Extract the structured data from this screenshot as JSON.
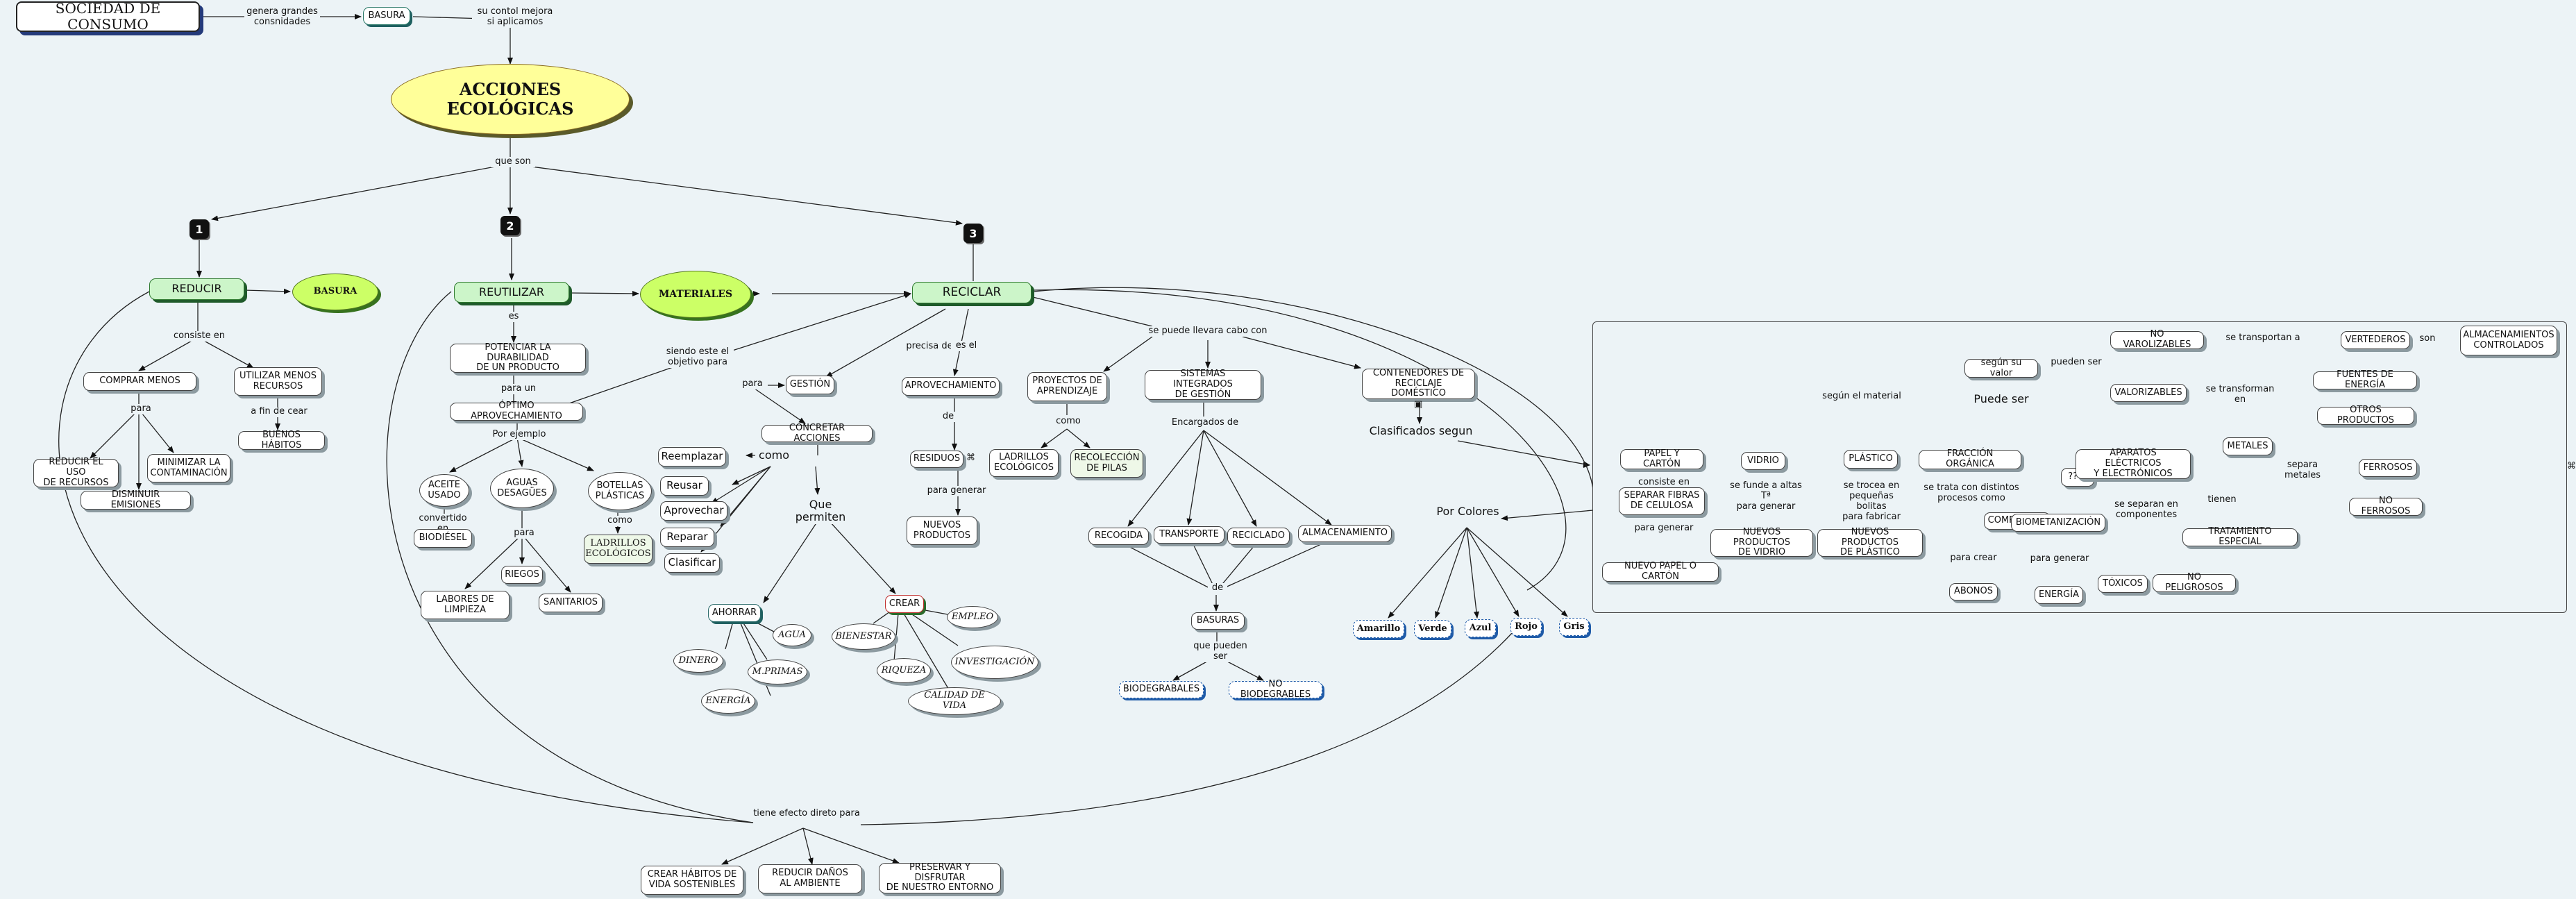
{
  "nodes": {
    "sociedad": "SOCIEDAD DE CONSUMO",
    "basura_top": "BASURA",
    "acciones": "ACCIONES ECOLÓGICAS",
    "reducir": "REDUCIR",
    "reutilizar": "REUTILIZAR",
    "reciclar": "RECICLAR",
    "basura_reducir": "BASURA",
    "materiales": "MATERIALES",
    "comprar_menos": "COMPRAR MENOS",
    "utilizar_menos": "UTILIZAR MENOS\nRECURSOS",
    "buenos_habitos": "BUENOS HÁBITOS",
    "reducir_uso": "REDUCIR EL USO\nDE RECURSOS",
    "minimizar": "MINIMIZAR LA\nCONTAMINACIÓN",
    "disminuir": "DISMINUIR EMISIONES",
    "potenciar": "POTENCIAR LA DURABILIDAD\nDE UN PRODUCTO",
    "optimo": "ÓPTIMO APROVECHAMIENTO",
    "aceite": "ACEITE\nUSADO",
    "aguas": "AGUAS\nDESAGÜES",
    "botellas": "BOTELLAS\nPLÁSTICAS",
    "biodiesel": "BIODIÉSEL",
    "riegos": "RIEGOS",
    "labores": "LABORES DE\nLIMPIEZA",
    "sanitarios": "SANITARIOS",
    "ladrillos_reut": "LADRILLOS\nECOLÓGICOS",
    "gestion": "GESTIÓN",
    "concretar": "CONCRETAR ACCIONES",
    "reemplazar": "Reemplazar",
    "reusar": "Reusar",
    "aprovechar": "Aprovechar",
    "reparar": "Reparar",
    "clasificar": "Clasificar",
    "ahorrar": "AHORRAR",
    "crear": "CREAR",
    "agua": "AGUA",
    "dinero": "DINERO",
    "mprimas": "M.PRIMAS",
    "energia_ahorrar": "ENERGÍA",
    "empleo": "EMPLEO",
    "bienestar": "BIENESTAR",
    "riqueza": "RIQUEZA",
    "investigacion": "INVESTIGACIÓN",
    "calidad": "CALIDAD DE VIDA",
    "aprovechamiento": "APROVECHAMIENTO",
    "residuos": "RESIDUOS",
    "nuevos_productos": "NUEVOS\nPRODUCTOS",
    "proyectos": "PROYECTOS DE\nAPRENDIZAJE",
    "ladrillos_rec": "LADRILLOS\nECOLÓGICOS",
    "recoleccion": "RECOLECCIÓN\nDE PILAS",
    "sistemas": "SISTEMAS INTEGRADOS\nDE GESTIÓN",
    "recogida": "RECOGIDA",
    "transporte": "TRANSPORTE",
    "reciclado": "RECICLADO",
    "almacenamiento": "ALMACENAMIENTO",
    "basuras": "BASURAS",
    "biodegradables": "BIODEGRABALES",
    "no_biodegradables": "NO BIODEGRABLES",
    "contenedores": "CONTENEDORES DE\nRECICLAJE DOMÉSTICO",
    "clasificados": "Clasificados segun",
    "por_colores": "Por Colores",
    "amarillo": "Amarillo",
    "verde": "Verde",
    "azul": "Azul",
    "rojo": "Rojo",
    "gris": "Gris",
    "crear_habitos": "CREAR HÁBITOS DE\nVIDA SOSTENIBLES",
    "reducir_danos": "REDUCIR DAÑOS\nAL AMBIENTE",
    "preservar": "PRESERVAR Y DISFRUTAR\nDE NUESTRO ENTORNO",
    "segun_valor": "según su valor",
    "no_valorizables": "NO VAROLIZABLES",
    "valorizables": "VALORIZABLES",
    "vertederos": "VERTEDEROS",
    "almacenamientos": "ALMACENAMIENTOS\nCONTROLADOS",
    "fuentes_energia": "FUENTES DE ENERGÍA",
    "otros_productos": "OTROS PRODUCTOS",
    "puede_ser": "Puede ser",
    "papel_carton": "PAPEL Y CARTÓN",
    "separar_fibras": "SEPARAR FIBRAS\nDE CELULOSA",
    "nuevo_papel": "NUEVO PAPEL O CARTÓN",
    "vidrio": "VIDRIO",
    "nuevos_vidrio": "NUEVOS PRODUCTOS\nDE VIDRIO",
    "plastico": "PLÁSTICO",
    "nuevos_plastico": "NUEVOS PRODUCTOS\nDE PLÁSTICO",
    "fraccion": "FRACCIÓN ORGÁNICA",
    "compostaje": "COMPOSTAJE",
    "biometanizacion": "BIOMETANIZACIÓN",
    "abonos": "ABONOS",
    "energia_bio": "ENERGÍA",
    "interrogacion": "????",
    "aparatos": "APARATOS ELÉCTRICOS\nY ELECTRÓNICOS",
    "toxicos": "TÓXICOS",
    "no_peligrosos": "NO PELIGROSOS",
    "metales": "METALES",
    "ferrosos": "FERROSOS",
    "no_ferrosos": "NO FERROSOS",
    "tratamiento": "TRATAMIENTO ESPECIAL"
  },
  "labels": {
    "genera": "genera grandes\nconsnidades",
    "su_control": "su contol mejora\nsi aplicamos",
    "que_son": "que son",
    "consiste_en": "consiste en",
    "para_reducir": "para",
    "a_fin": "a fin de cear",
    "es": "es",
    "para_un": "para un",
    "por_ejemplo": "Por ejemplo",
    "convertido": "convertido en",
    "para_aguas": "para",
    "como_botellas": "como",
    "siendo": "siendo este el\nobjetivo para",
    "para_gestion": "para",
    "como_acciones": "como",
    "que_permiten": "Que permiten",
    "precisa": "precisa de",
    "es_el": "es el",
    "de": "de",
    "para_generar": "para generar",
    "se_puede": "se puede llevara cabo con",
    "como_proyectos": "como",
    "encargados": "Encargados de",
    "de_basuras": "de",
    "que_pueden": "que pueden ser",
    "tiene_efecto": "tiene efecto direto para",
    "segun_material": "según el material",
    "pueden_ser": "pueden ser",
    "transportan": "se transportan a",
    "son": "son",
    "transforman": "se  transforman\nen",
    "consiste_papel": "consiste en",
    "para_generar_papel": "para generar",
    "funde": "se funde a altas Tª\npara generar",
    "trocea": "se trocea en\npequeñas bolitas\npara fabricar",
    "distintos": "se trata con distintos\nprocesos como",
    "para_crear": "para  crear",
    "para_generar_bio": "para generar",
    "separan": "se separan  en\ncomponentes",
    "separa_metales": "separa metales",
    "tienen": "tienen"
  },
  "badges": {
    "one": "1",
    "two": "2",
    "three": "3"
  }
}
